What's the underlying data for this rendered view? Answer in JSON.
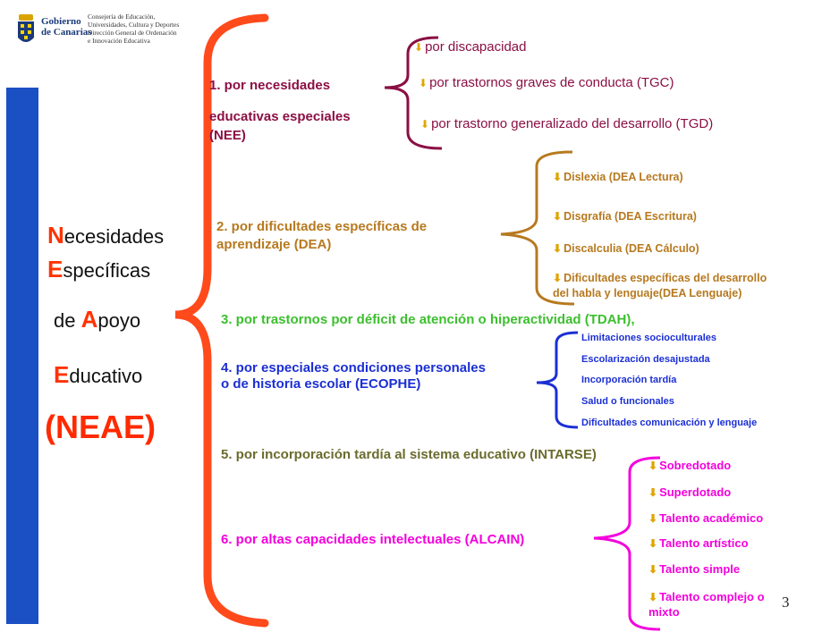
{
  "header": {
    "gov_name_line1": "Gobierno",
    "gov_name_line2": "de Canarias",
    "dept_line1": "Consejería de Educación,",
    "dept_line2": "Universidades, Cultura y Deportes",
    "dept_line3": "Dirección General de Ordenación",
    "dept_line4": "e Innovación Educativa"
  },
  "left_title": {
    "l1_initial": "N",
    "l1_rest": "ecesidades",
    "l2_initial": "E",
    "l2_rest": "specíficas",
    "l3_pre": "de ",
    "l3_initial": "A",
    "l3_rest": "poyo",
    "l4_initial": "E",
    "l4_rest": "ducativo",
    "acronym": "(NEAE)"
  },
  "categories": {
    "nee": {
      "label_line1": "1. por necesidades",
      "label_line2": "educativas especiales",
      "label_line3": "(NEE)",
      "items": [
        "por  discapacidad",
        "por trastornos graves de conducta (TGC)",
        "por trastorno generalizado del desarrollo (TGD)"
      ]
    },
    "dea": {
      "label_line1": "2. por dificultades específicas de",
      "label_line2": "aprendizaje (DEA)",
      "items": [
        "Dislexia (DEA Lectura)",
        "Disgrafía (DEA Escritura)",
        "Discalculia (DEA Cálculo)",
        "Dificultades específicas del desarrollo",
        "del habla y lenguaje(DEA Lenguaje)"
      ]
    },
    "tdah": {
      "label": "3. por trastornos por déficit de atención o hiperactividad (TDAH),"
    },
    "ecophe": {
      "label_line1": "4. por especiales condiciones personales",
      "label_line2": "o de historia escolar (ECOPHE)",
      "items": [
        "Limitaciones socioculturales",
        "Escolarización desajustada",
        "Incorporación tardía",
        "Salud o funcionales",
        "Dificultades comunicación  y lenguaje"
      ]
    },
    "intarse": {
      "label": "5. por incorporación tardía al sistema educativo (INTARSE)"
    },
    "alcain": {
      "label": "6. por altas capacidades intelectuales (ALCAIN)",
      "items": [
        "Sobredotado",
        "Superdotado",
        "Talento académico",
        "Talento artístico",
        "Talento simple",
        "Talento complejo o",
        "mixto"
      ]
    }
  },
  "bullet_icon": "down-arrow-bullet",
  "page_number": "3",
  "colors": {
    "blue_bar": "#1b4fc4",
    "main_brace": "#ff4a1c",
    "nee": "#8b0f44",
    "dea": "#b7791f",
    "tdah": "#3cbf2e",
    "ecophe": "#1b2fd4",
    "intarse": "#6b6b2e",
    "alcain": "#f400dc"
  }
}
